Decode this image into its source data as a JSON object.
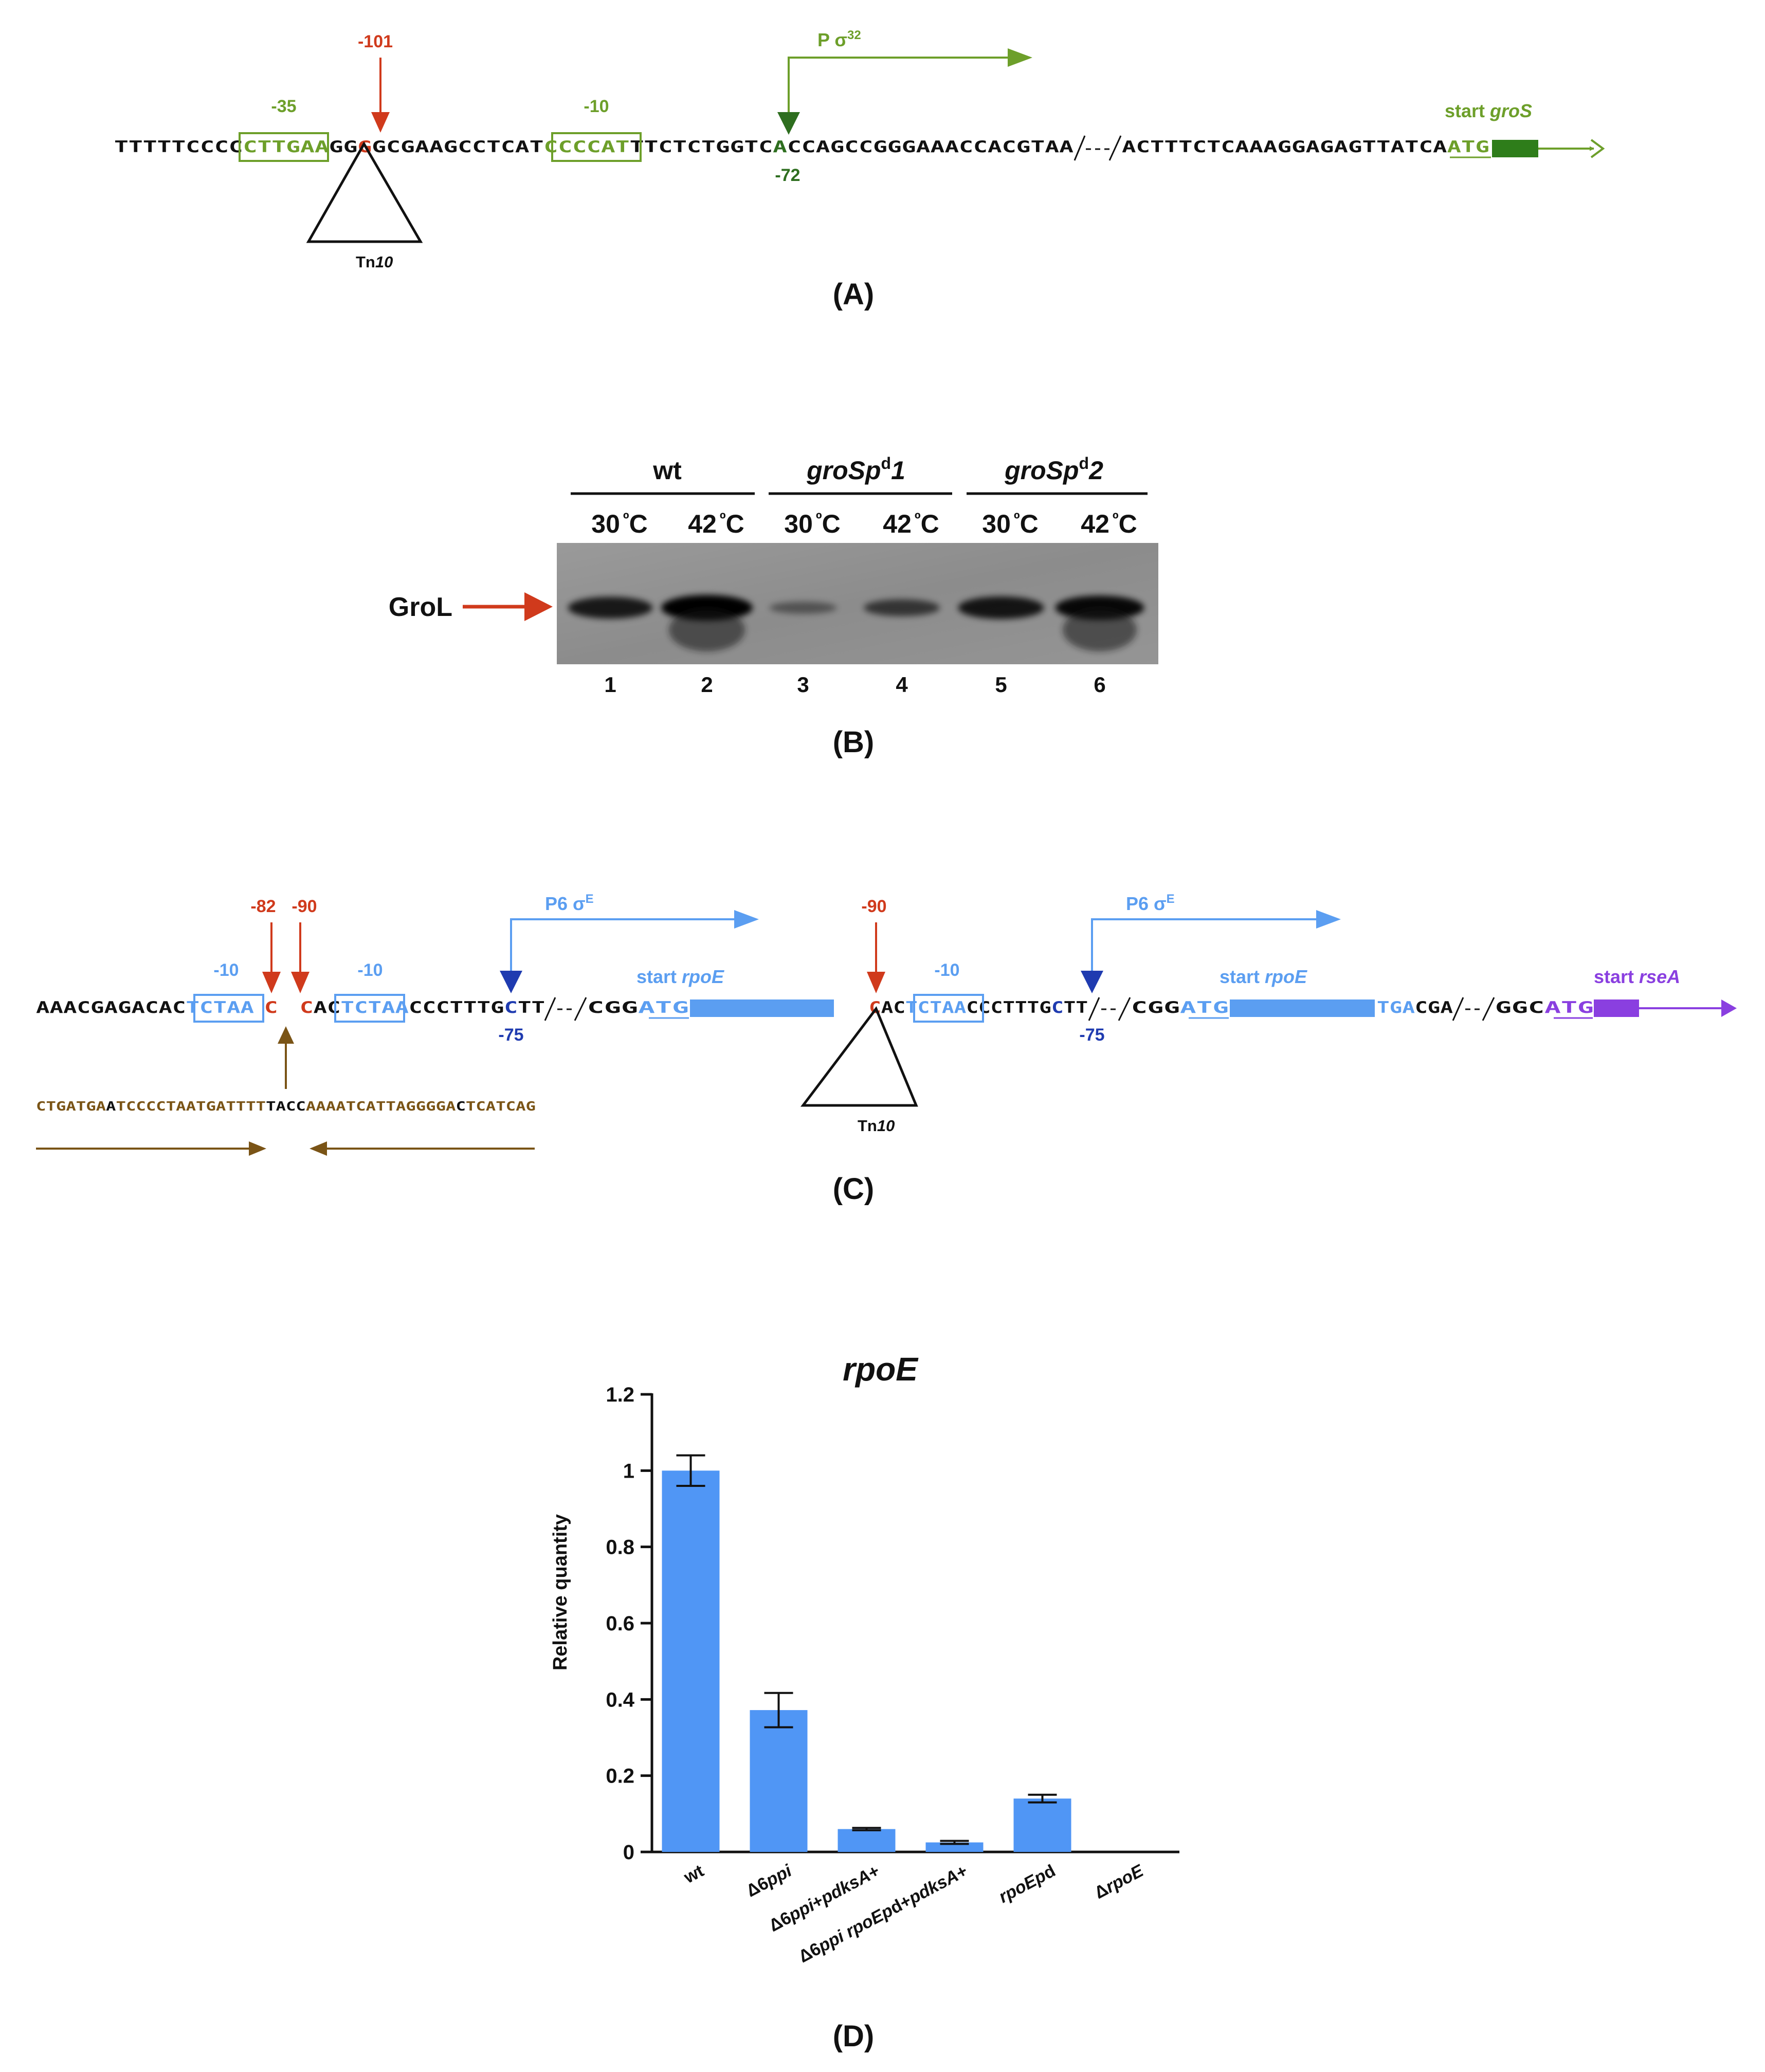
{
  "panelA": {
    "letter": "(A)",
    "seq": {
      "s1": "TTTTTCCCC",
      "box35": "CTTGAA",
      "s2": "GG",
      "g101": "G",
      "s3": "GCGAAGCCTCAT",
      "box10": "CCCCAT",
      "s4": "TTCTCTGGTC",
      "a72": "A",
      "s5": "CCAGCCGGGAAACCACGTAA",
      "s6": "ACTTTCTCAAAGGAGAGTTATCA",
      "atg": "ATG"
    },
    "labels": {
      "m35": "-35",
      "m10": "-10",
      "m101": "-101",
      "m72": "-72",
      "promoter": "P σ",
      "promoter_sup": "32",
      "tn": "Tn",
      "tn_num": "10",
      "start": "start ",
      "gene": "groS"
    }
  },
  "panelB": {
    "letter": "(B)",
    "groups": [
      "wt",
      "groSp",
      "groSp"
    ],
    "group_sups": [
      "",
      "d",
      "d"
    ],
    "group_nums": [
      "",
      "1",
      "2"
    ],
    "temps": [
      "30 ºC",
      "42 ºC",
      "30 ºC",
      "42 ºC",
      "30 ºC",
      "42 ºC"
    ],
    "lanes": [
      "1",
      "2",
      "3",
      "4",
      "5",
      "6"
    ],
    "band_intensity": [
      0.78,
      1.0,
      0.22,
      0.5,
      0.82,
      0.92
    ],
    "protein": "GroL"
  },
  "panelC": {
    "letter": "(C)",
    "seq": {
      "s1": "AAACGAGACAC",
      "box1": "TCTAA",
      "c82": "C",
      "c90": "C",
      "s2": "AC",
      "box2": "TCTAA",
      "s3": "CCCTTTG",
      "c75": "C",
      "s4": "TT",
      "s5": "CGG",
      "atg1": "ATG",
      "c90b": "C",
      "s6": "AC",
      "box3": "TCTAA",
      "s7": "CCCTTTG",
      "c75b": "C",
      "s8": "TT",
      "s9": "CGG",
      "atg2": "ATG",
      "tga": "TGA",
      "s10": "CGA",
      "s11": "GGC",
      "atg3": "ATG"
    },
    "rep": {
      "r1": "CTGATGA",
      "r2": "A",
      "r3": "TCCCCTAATGATTTT",
      "r4": "TACC",
      "r5": "AAAATCATTAGGGGA",
      "r6": "C",
      "r7": "TCATCAG"
    },
    "labels": {
      "m82": "-82",
      "m90": "-90",
      "m90b": "-90",
      "m10": "-10",
      "m75": "-75",
      "p6": "P6 σ",
      "p6_sup": "E",
      "start": "start ",
      "gene_rpoE": "rpoE",
      "gene_rseA": "rseA",
      "tn": "Tn",
      "tn_num": "10"
    }
  },
  "panelD": {
    "letter": "(D)"
  },
  "chart_data": {
    "type": "bar",
    "title": "rpoE",
    "ylabel": "Relative quantity",
    "xlabel": "",
    "ylim": [
      0,
      1.2
    ],
    "yticks": [
      "0",
      "0.2",
      "0.4",
      "0.6",
      "0.8",
      "1",
      "1.2"
    ],
    "categories": [
      "wt",
      "Δ6ppi",
      "Δ6ppi+pdksA+",
      "Δ6ppi rpoEpd+pdksA+",
      "rpoEpd",
      "ΔrpoE"
    ],
    "values": [
      1.0,
      0.372,
      0.06,
      0.025,
      0.14,
      0.0
    ],
    "errors": [
      0.04,
      0.045,
      0.003,
      0.004,
      0.01,
      0.0
    ],
    "bar_color": "#5096f5",
    "grid": false
  },
  "colors": {
    "green": "#6d9f2a",
    "darkgreen": "#2e6e1f",
    "red": "#d03a1c",
    "blue": "#5b9ef1",
    "navy": "#1f3bb0",
    "purple": "#8a3fe0",
    "brown": "#7a5416",
    "black": "#111111"
  }
}
